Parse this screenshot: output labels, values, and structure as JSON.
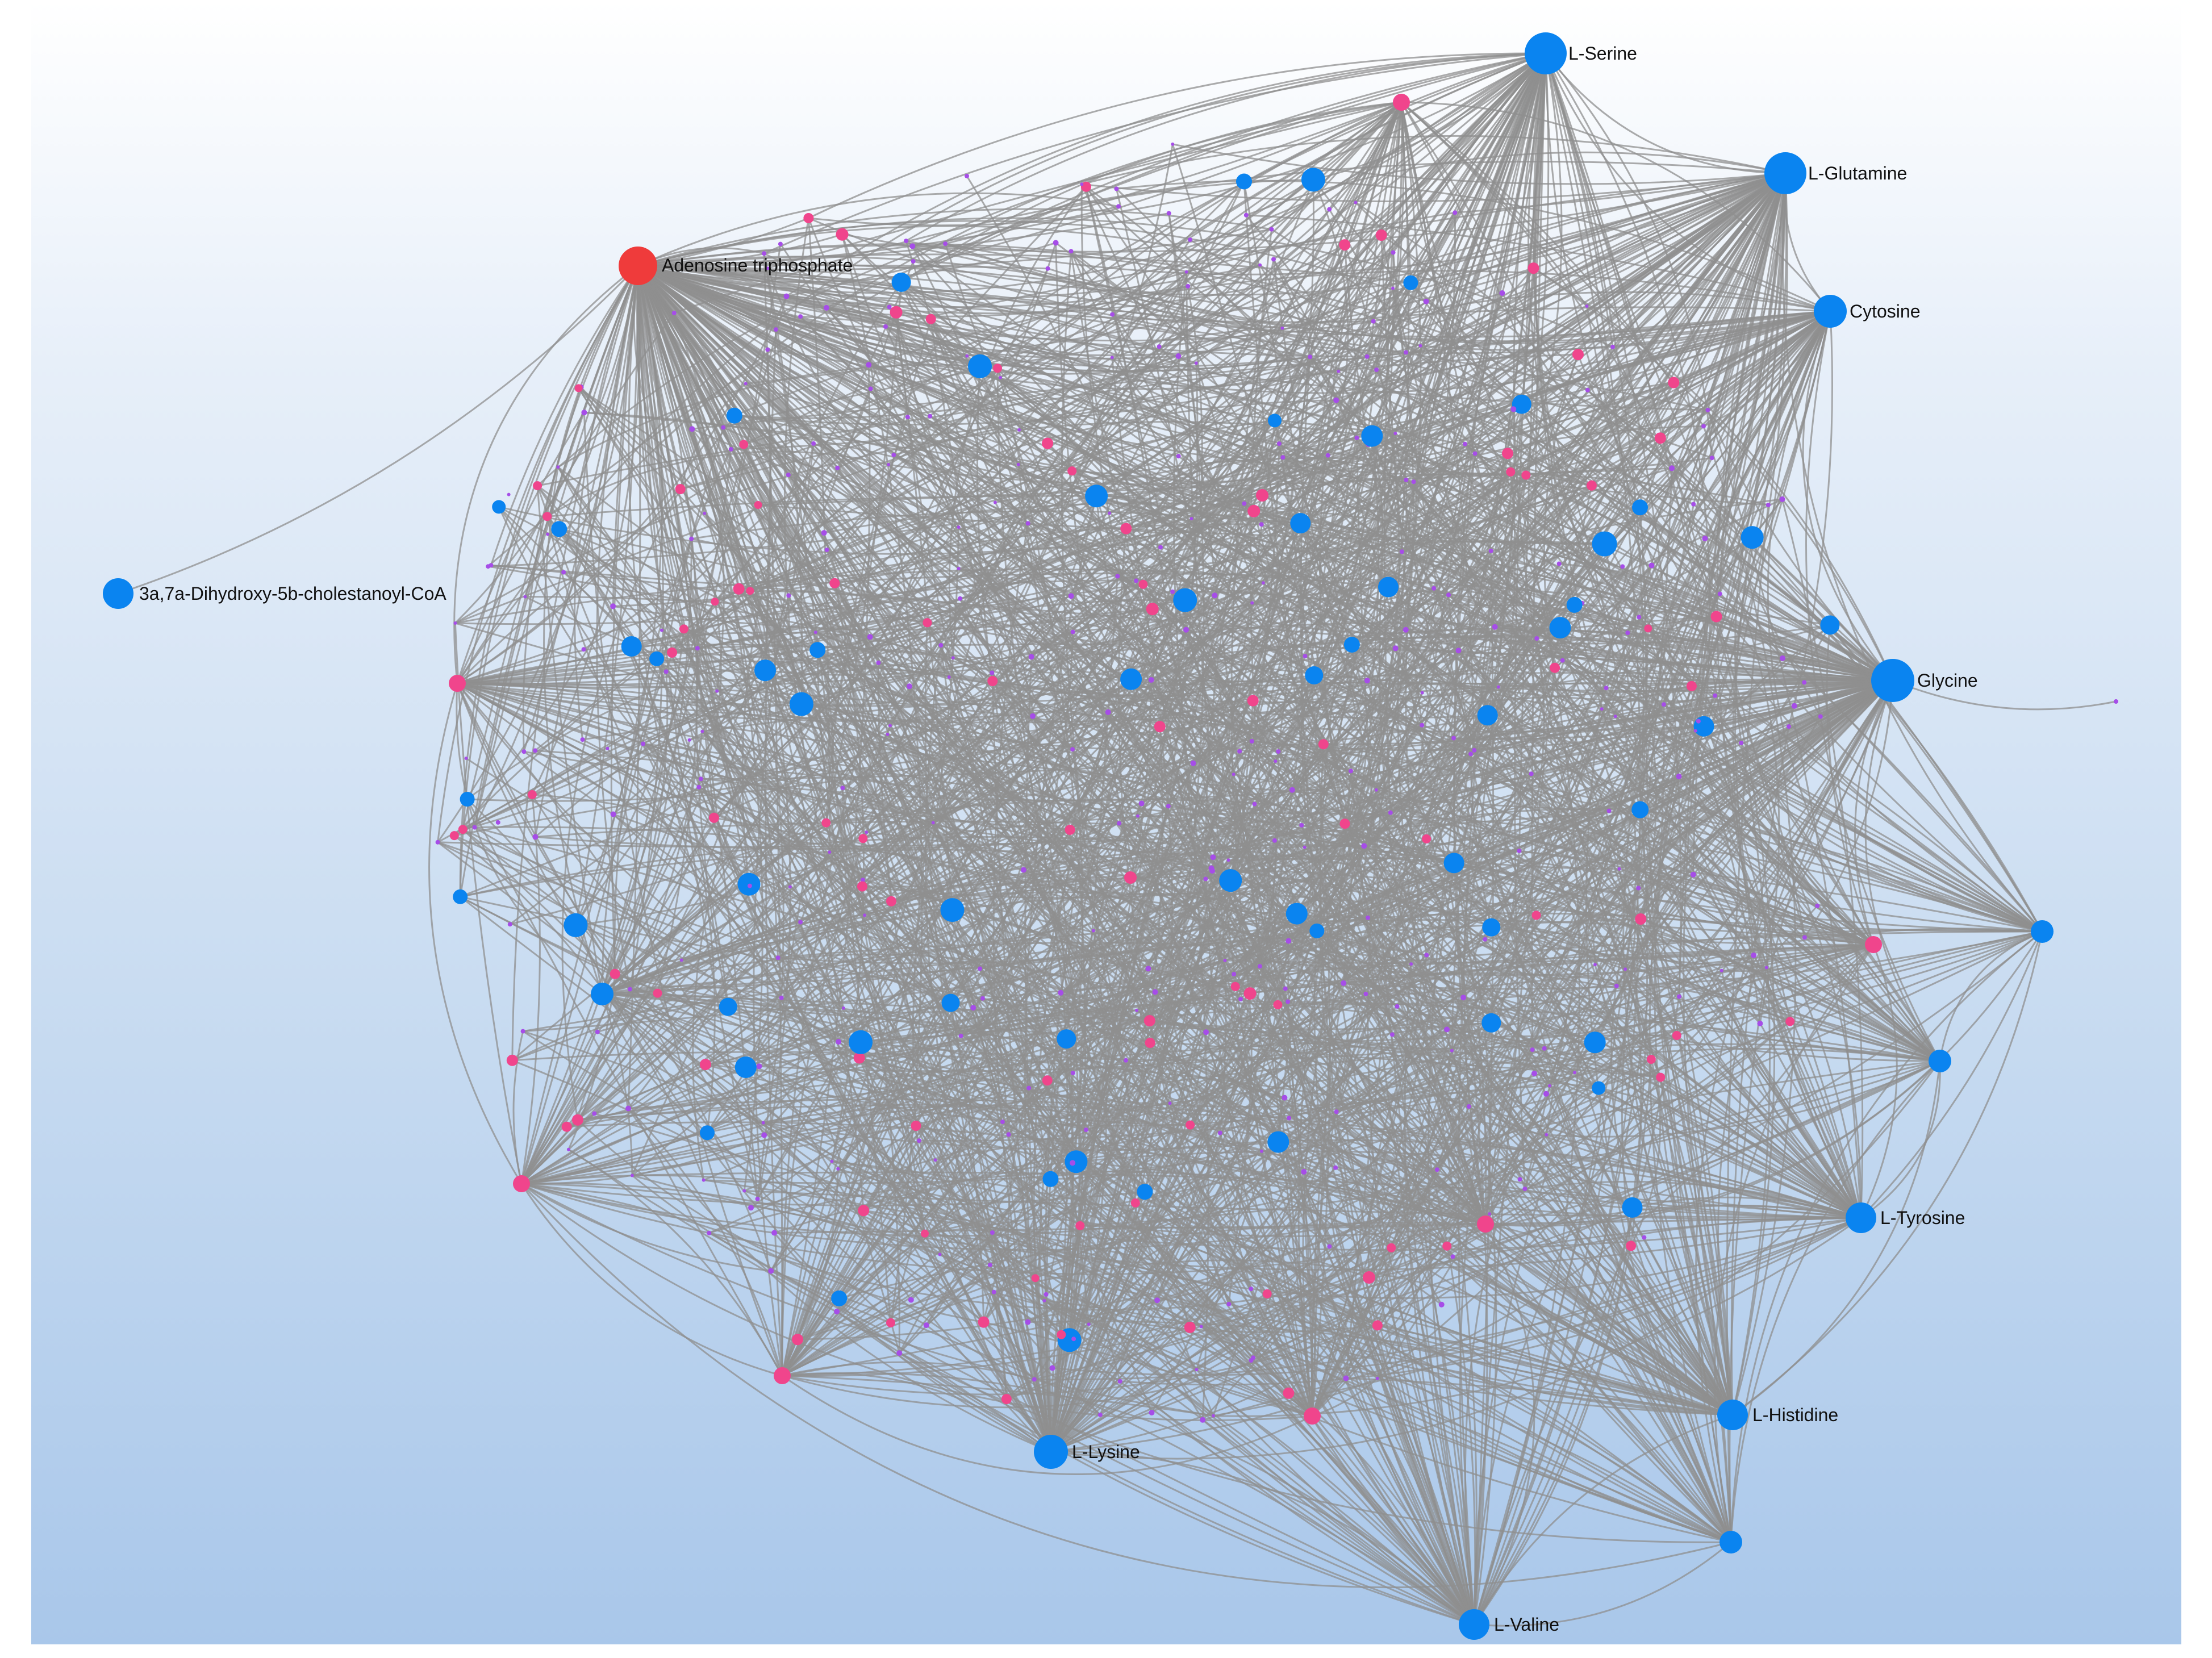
{
  "colors": {
    "hub_node": "#ef3b3b",
    "metabolite_node": "#0a84f0",
    "pink_node": "#f0458c",
    "small_node": "#a64de8",
    "edge": "#8f8f8f"
  },
  "network": {
    "labels": {
      "atp": "Adenosine triphosphate",
      "cholestanoyl": "3a,7a-Dihydroxy-5b-cholestanoyl-CoA",
      "serine": "L-Serine",
      "glutamine": "L-Glutamine",
      "cytosine": "Cytosine",
      "glycine": "Glycine",
      "tyrosine": "L-Tyrosine",
      "histidine": "L-Histidine",
      "valine": "L-Valine",
      "lysine": "L-Lysine"
    }
  }
}
